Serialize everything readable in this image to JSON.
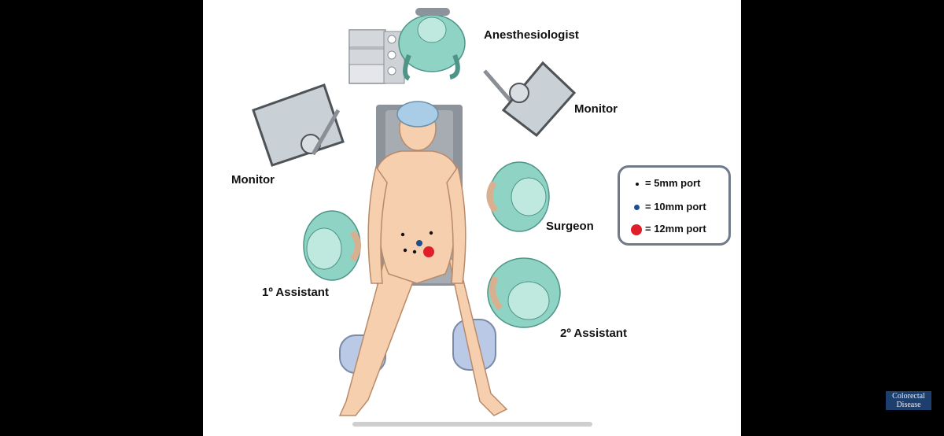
{
  "labels": {
    "anesthesiologist": "Anesthesiologist",
    "monitor_right": "Monitor",
    "monitor_left": "Monitor",
    "surgeon": "Surgeon",
    "assistant_1": "1º Assistant",
    "assistant_2": "2º Assistant"
  },
  "legend": {
    "items": [
      {
        "label": "= 5mm port",
        "color": "#111111"
      },
      {
        "label": "= 10mm port",
        "color": "#1f4e8c"
      },
      {
        "label": "= 12mm port",
        "color": "#e01e2a"
      }
    ]
  },
  "badge": {
    "line1": "Colorectal",
    "line2": "Disease"
  },
  "colors": {
    "scrubs": "#8fd3c4",
    "skin": "#f6cfae",
    "monitor": "#c9d0d6",
    "table": "#8d939a",
    "stirrup": "#b9c9e6"
  }
}
